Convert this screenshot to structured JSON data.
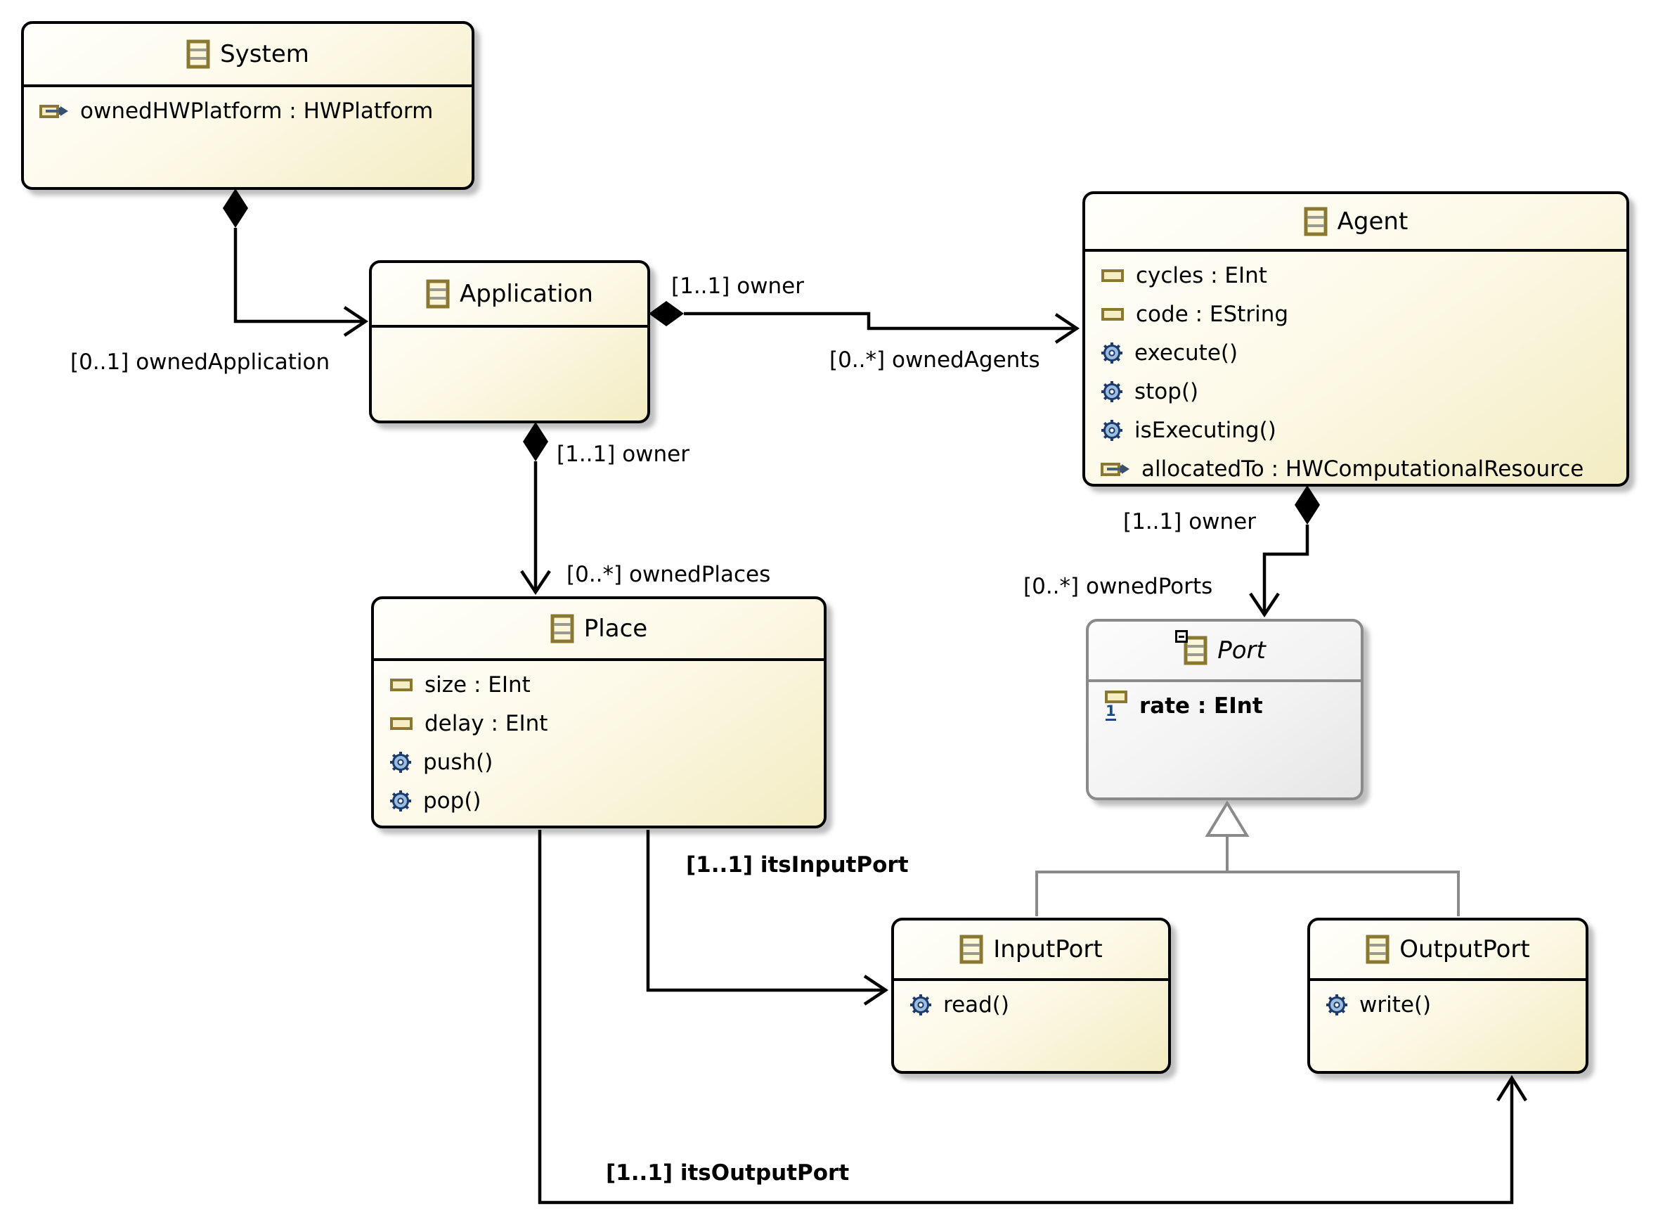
{
  "classes": {
    "system": {
      "title": "System",
      "members": [
        {
          "kind": "reference",
          "label": "ownedHWPlatform : HWPlatform"
        }
      ]
    },
    "application": {
      "title": "Application",
      "members": []
    },
    "agent": {
      "title": "Agent",
      "members": [
        {
          "kind": "attribute",
          "label": "cycles : EInt"
        },
        {
          "kind": "attribute",
          "label": "code : EString"
        },
        {
          "kind": "operation",
          "label": "execute()"
        },
        {
          "kind": "operation",
          "label": "stop()"
        },
        {
          "kind": "operation",
          "label": "isExecuting()"
        },
        {
          "kind": "reference",
          "label": "allocatedTo : HWComputationalResource"
        }
      ]
    },
    "place": {
      "title": "Place",
      "members": [
        {
          "kind": "attribute",
          "label": "size : EInt"
        },
        {
          "kind": "attribute",
          "label": "delay : EInt"
        },
        {
          "kind": "operation",
          "label": "push()"
        },
        {
          "kind": "operation",
          "label": "pop()"
        }
      ]
    },
    "port": {
      "title": "Port",
      "abstract": true,
      "rate_multiplicity": "1",
      "members": [
        {
          "kind": "attribute",
          "label": "rate : EInt"
        }
      ]
    },
    "inputPort": {
      "title": "InputPort",
      "members": [
        {
          "kind": "operation",
          "label": "read()"
        }
      ]
    },
    "outputPort": {
      "title": "OutputPort",
      "members": [
        {
          "kind": "operation",
          "label": "write()"
        }
      ]
    }
  },
  "edges": {
    "ownedApplication": {
      "type": "composition",
      "label": "[0..1] ownedApplication"
    },
    "ownedAgents": {
      "type": "composition",
      "owner_label": "[1..1] owner",
      "label": "[0..*] ownedAgents"
    },
    "ownedPlaces": {
      "type": "composition",
      "owner_label": "[1..1] owner",
      "label": "[0..*] ownedPlaces"
    },
    "ownedPorts": {
      "type": "composition",
      "owner_label": "[1..1] owner",
      "label": "[0..*] ownedPorts"
    },
    "itsInputPort": {
      "type": "reference",
      "label": "[1..1] itsInputPort"
    },
    "itsOutputPort": {
      "type": "reference",
      "label": "[1..1] itsOutputPort"
    },
    "inputPortGeneralization": {
      "type": "generalization"
    },
    "outputPortGeneralization": {
      "type": "generalization"
    }
  },
  "colors": {
    "class_fill_top": "#fffffb",
    "class_fill_bottom": "#f3ecc3",
    "class_border": "#000000",
    "abstract_fill": "#ededed",
    "abstract_border": "#8a8a8a",
    "edge": "#000000",
    "generalization": "#8a8a8a",
    "icon_tan_border": "#8a7832",
    "icon_fill": "#fbf7d8",
    "operation_blue": "#1c3a6c",
    "multiplicity_blue": "#1a4a8c"
  }
}
